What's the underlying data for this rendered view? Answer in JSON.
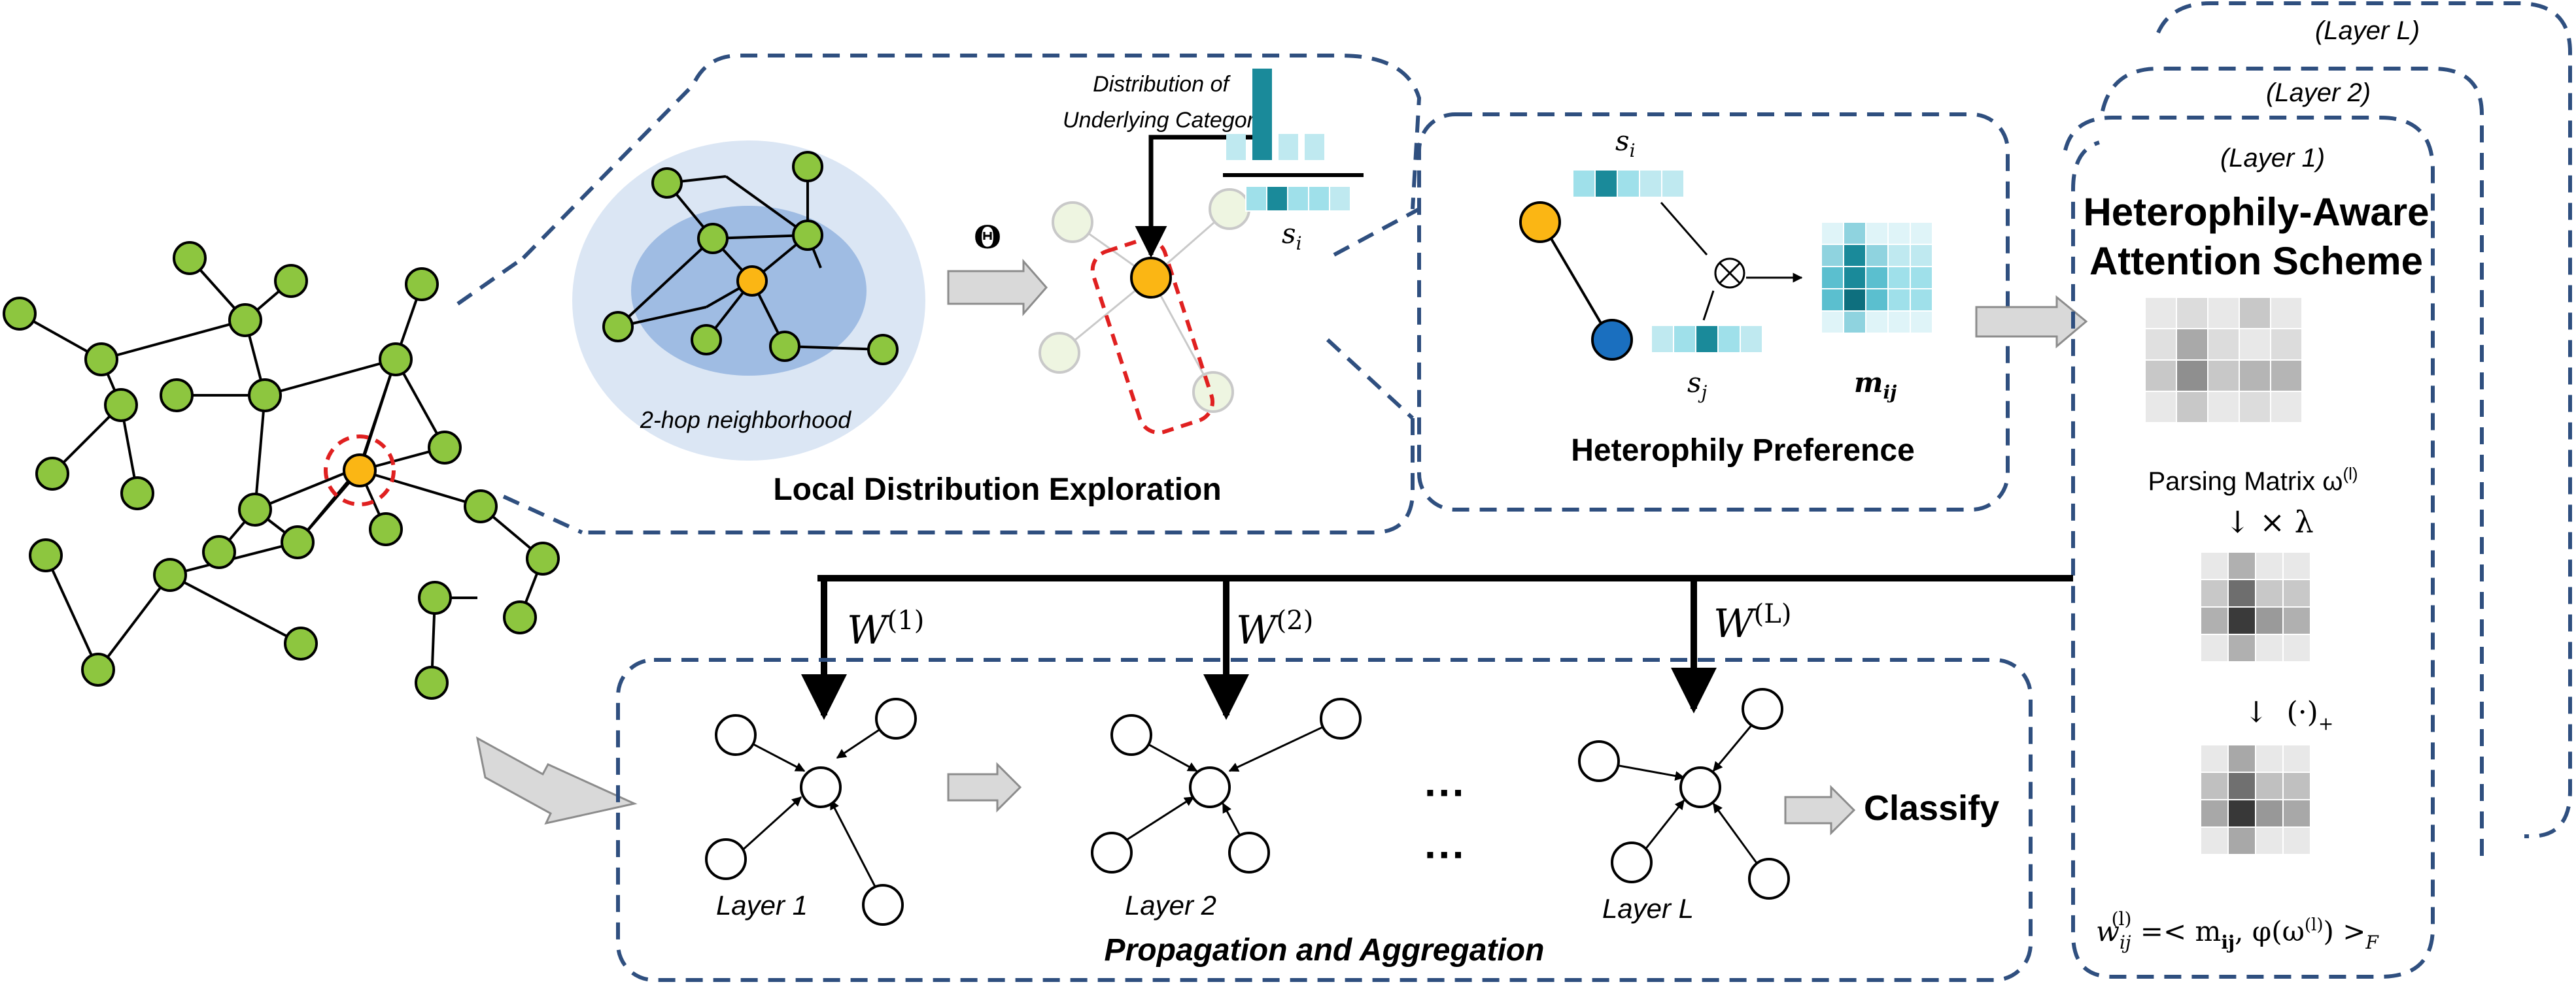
{
  "labels": {
    "local_title": "Local Distribution Exploration",
    "hop_label": "2-hop neighborhood",
    "dist_line1": "Distribution of",
    "dist_line2": "Underlying Category",
    "theta": "Θ",
    "s_i": "s",
    "s_i_sub": "i",
    "s_j": "s",
    "s_j_sub": "j",
    "m_ij": "m",
    "m_ij_sub": "ij",
    "hetero_pref_title": "Heterophily Preference",
    "layer_L_tab": "(Layer L)",
    "layer_2_tab": "(Layer 2)",
    "layer_1_tab": "(Layer 1)",
    "attention_line1": "Heterophily-Aware",
    "attention_line2": "Attention Scheme",
    "parsing_matrix": "Parsing Matrix ω",
    "parsing_sup": "(l)",
    "times_lambda": "↓ × λ",
    "relu_arrow": "↓",
    "relu_op": "(·)",
    "relu_sub": "+",
    "formula": "w",
    "formula_sub": "ij",
    "formula_sup": "(l)",
    "formula_rest": " =< m",
    "formula_rest_sub": "ij",
    "formula_rest2": ", φ(ω",
    "formula_rest2_sup": "(l)",
    "formula_rest3": ") >",
    "formula_rest3_sub": "F",
    "w1": "W",
    "w1_sup": "(1)",
    "w2": "W",
    "w2_sup": "(2)",
    "wL": "W",
    "wL_sup": "(L)",
    "layer1": "Layer 1",
    "layer2": "Layer 2",
    "layerL": "Layer L",
    "dots": "···",
    "classify": "Classify",
    "prop_title": "Propagation and Aggregation"
  },
  "colors": {
    "green_node": "#8dc63f",
    "orange_node": "#fbb614",
    "blue_node": "#1a6fbf",
    "dash_border": "#2f4f7f",
    "teal_dark": "#1a8a9a",
    "teal_light": "#bfe9f0",
    "hop_outer": "#dbe6f4",
    "hop_inner": "#9fbce3",
    "red_dash": "#e02020",
    "arrow_gray": "#d9d9d9"
  }
}
